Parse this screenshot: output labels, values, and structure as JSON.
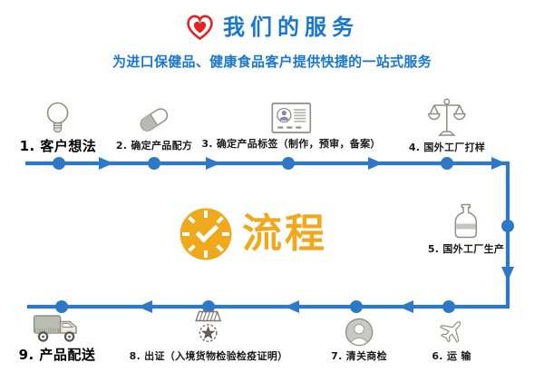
{
  "header": {
    "title": "我们的服务",
    "subtitle": "为进口保健品、健康食品客户提供快捷的一站式服务",
    "heart_icon": "heart-icon"
  },
  "center_logo": {
    "label": "流程",
    "icon": "clock-icon"
  },
  "flow": {
    "direction": "1-4 left-to-right on top, down right side to 5, 6-9 right-to-left on bottom",
    "steps": [
      {
        "id": 1,
        "label": "1. 客户想法",
        "icon": "lightbulb-icon",
        "emphasis": true
      },
      {
        "id": 2,
        "label": "2. 确定产品配方",
        "icon": "capsule-icon",
        "emphasis": false
      },
      {
        "id": 3,
        "label": "3. 确定产品标签（制作，预审，备案）",
        "icon": "id-card-icon",
        "emphasis": false
      },
      {
        "id": 4,
        "label": "4. 国外工厂打样",
        "icon": "balance-scale-icon",
        "emphasis": false
      },
      {
        "id": 5,
        "label": "5. 国外工厂生产",
        "icon": "bottle-icon",
        "emphasis": false
      },
      {
        "id": 6,
        "label": "6. 运 输",
        "icon": "airplane-icon",
        "emphasis": false
      },
      {
        "id": 7,
        "label": "7. 清关商检",
        "icon": "person-icon",
        "emphasis": false
      },
      {
        "id": 8,
        "label": "8. 出证（入境货物检验检疫证明）",
        "icon": "medal-icon",
        "emphasis": false
      },
      {
        "id": 9,
        "label": "9. 产品配送",
        "icon": "truck-icon",
        "emphasis": true
      }
    ]
  },
  "colors": {
    "title_blue": "#1977d2",
    "flow_blue": "#2e79c7",
    "logo_orange": "#f0a81c",
    "heart_red": "#e32222",
    "label_dark": "#1a1a1a",
    "icon_gray": "#8f8f89"
  }
}
